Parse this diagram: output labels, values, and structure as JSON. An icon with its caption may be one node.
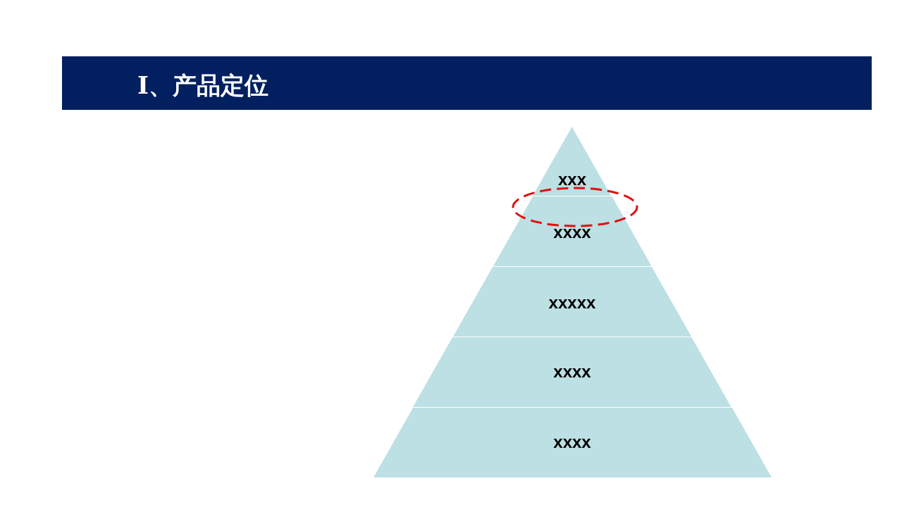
{
  "diagram": {
    "title": "I、产品定位",
    "nodes": [
      {
        "text": [
          "xxx"
        ]
      },
      {
        "text": [
          "xxxx"
        ]
      },
      {
        "text": [
          "xxxxx"
        ]
      },
      {
        "text": [
          "xxxx"
        ]
      },
      {
        "text": [
          "xxxx"
        ]
      }
    ],
    "edges": []
  }
}
